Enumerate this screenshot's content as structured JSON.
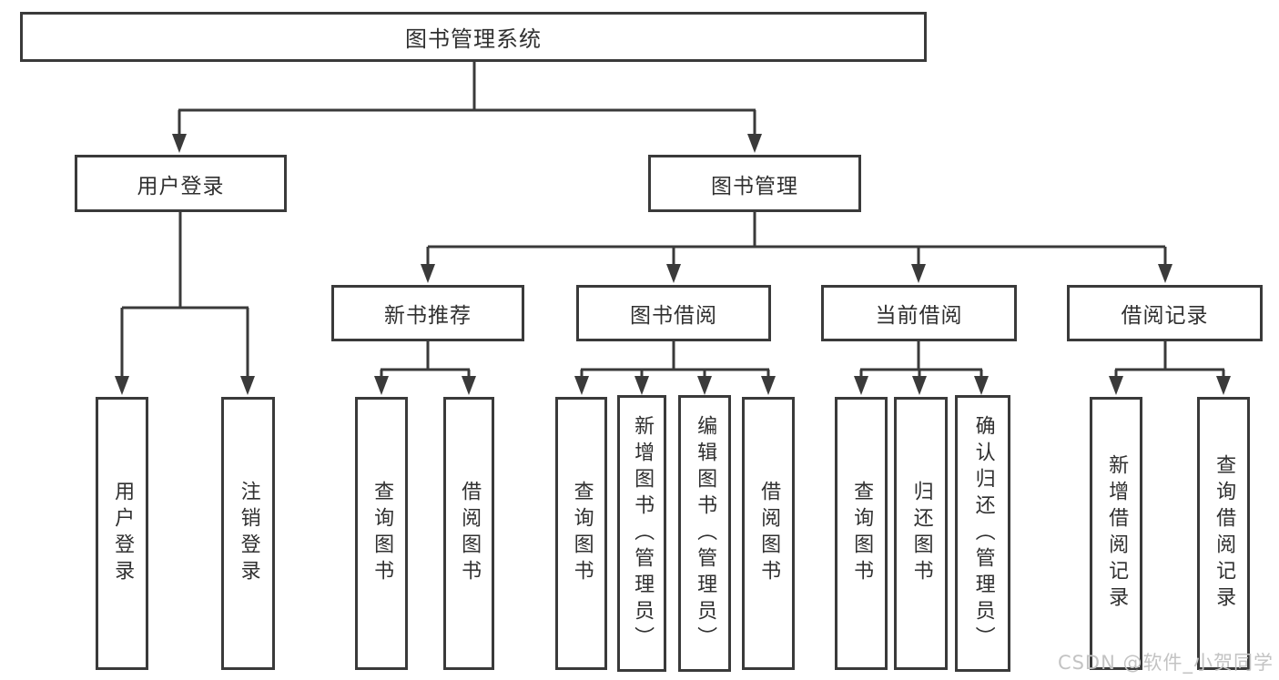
{
  "diagram": {
    "root": {
      "label": "图书管理系统"
    },
    "level2": [
      {
        "label": "用户登录"
      },
      {
        "label": "图书管理"
      }
    ],
    "level3": [
      {
        "label": "新书推荐"
      },
      {
        "label": "图书借阅"
      },
      {
        "label": "当前借阅"
      },
      {
        "label": "借阅记录"
      }
    ],
    "leaves": {
      "user_login": [
        "用户登录",
        "注销登录"
      ],
      "new_books": [
        "查询图书",
        "借阅图书"
      ],
      "book_borrow": [
        "查询图书",
        "新增图书（管理员）",
        "编辑图书（管理员）",
        "借阅图书"
      ],
      "current_borrow": [
        "查询图书",
        "归还图书",
        "确认归还（管理员）"
      ],
      "borrow_records": [
        "新增借阅记录",
        "查询借阅记录"
      ]
    },
    "line_color": "#3a3a3a"
  },
  "watermark": {
    "text": "CSDN @软件_小贺同学"
  }
}
